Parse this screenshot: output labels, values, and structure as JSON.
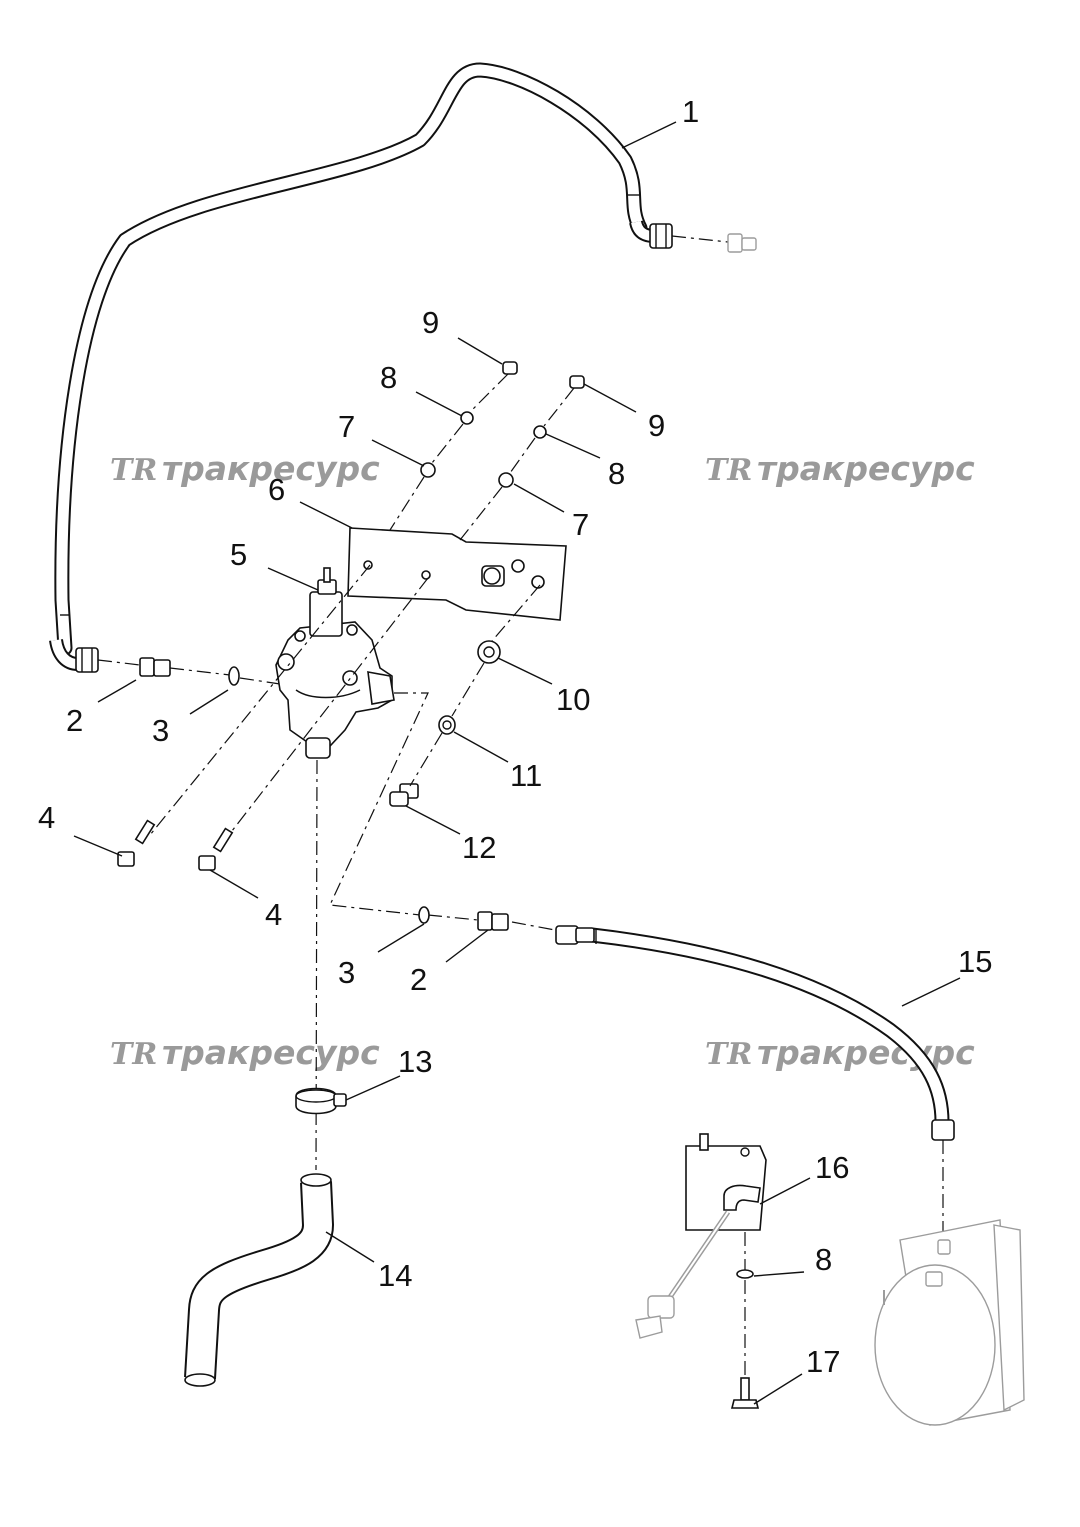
{
  "watermarks": [
    {
      "logo": "TR",
      "text": "тракресурс"
    },
    {
      "logo": "TR",
      "text": "тракресурс"
    },
    {
      "logo": "TR",
      "text": "тракресурс"
    },
    {
      "logo": "TR",
      "text": "тракресурс"
    }
  ],
  "callouts": {
    "c1": "1",
    "c2a": "2",
    "c2b": "2",
    "c3a": "3",
    "c3b": "3",
    "c4a": "4",
    "c4b": "4",
    "c5": "5",
    "c6": "6",
    "c7a": "7",
    "c7b": "7",
    "c8a": "8",
    "c8b": "8",
    "c8c": "8",
    "c9a": "9",
    "c9b": "9",
    "c10": "10",
    "c11": "11",
    "c12": "12",
    "c13": "13",
    "c14": "14",
    "c15": "15",
    "c16": "16",
    "c17": "17"
  },
  "colors": {
    "line": "#111111",
    "watermark": "#9a9a9a",
    "faint_context": "#9c9c9c"
  }
}
